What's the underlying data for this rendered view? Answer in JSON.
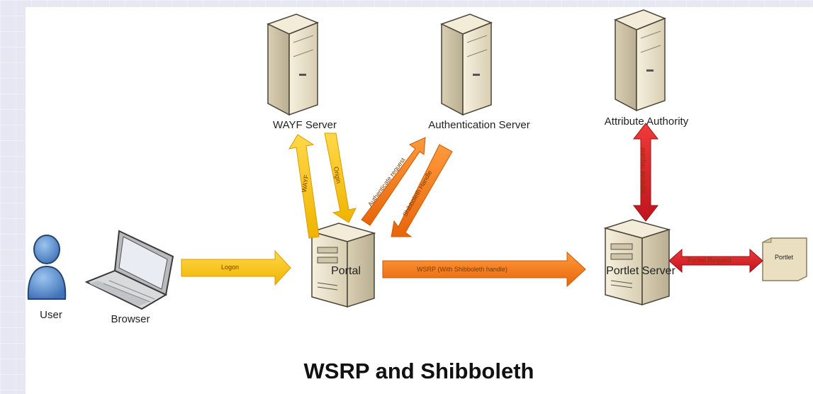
{
  "title": "WSRP and Shibboleth",
  "nodes": {
    "user": "User",
    "browser": "Browser",
    "portal": "Portal",
    "wayf_server": "WAYF Server",
    "authentication_server": "Authentication Server",
    "attribute_authority": "Attribute Authority",
    "portlet_server": "Portlet Server",
    "portlet": "Portlet"
  },
  "arrows": {
    "logon": "Logon",
    "wayf": "WAYF",
    "origin": "Origin",
    "authenticate_request": "Authenticate request",
    "shibboleth_handle": "Shibboleth Handle",
    "wsrp": "WSRP (With Shibboleth handle)",
    "attribute_request": "Attribute request",
    "portlet_request": "Portlet Request"
  },
  "colors": {
    "yellow": "#f7c210",
    "orange": "#f17a1c",
    "red": "#d6202a",
    "server": "#efe6cf",
    "person": "#5b8fd0"
  }
}
